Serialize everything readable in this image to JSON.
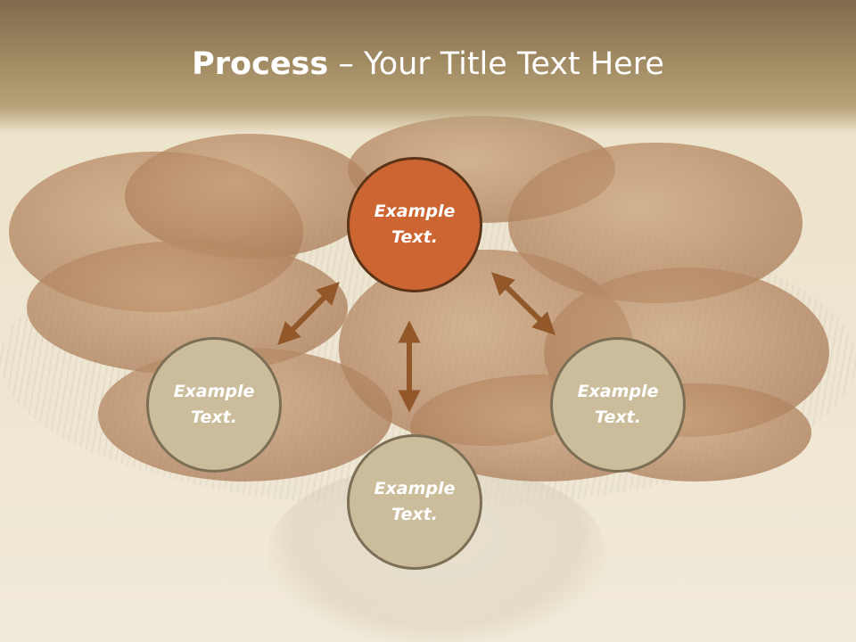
{
  "slide": {
    "title_bold": "Process",
    "title_rest": " – Your Title Text Here"
  },
  "diagram": {
    "nodes": [
      {
        "id": "top",
        "label_line1": "Example",
        "label_line2": "Text.",
        "color": "#cc6532",
        "border": "#5b3318"
      },
      {
        "id": "left",
        "label_line1": "Example",
        "label_line2": "Text.",
        "color": "#cbbd9b",
        "border": "#7c6f55"
      },
      {
        "id": "bottom",
        "label_line1": "Example",
        "label_line2": "Text.",
        "color": "#cbbd9b",
        "border": "#7c6f55"
      },
      {
        "id": "right",
        "label_line1": "Example",
        "label_line2": "Text.",
        "color": "#cbbd9b",
        "border": "#7c6f55"
      }
    ],
    "arrow_color": "#93582a"
  }
}
